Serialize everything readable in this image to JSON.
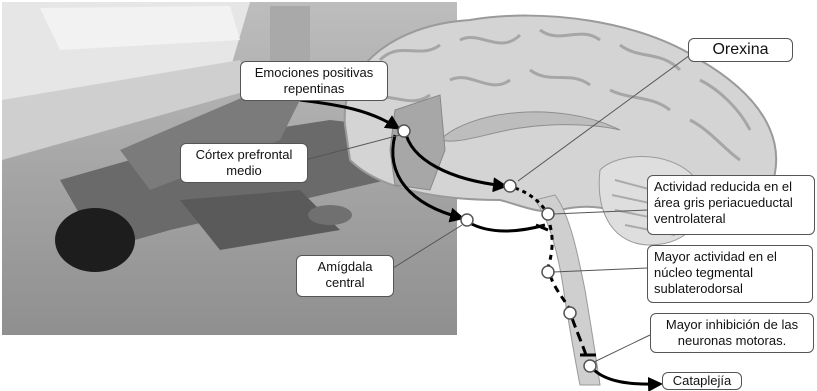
{
  "labels": {
    "orexina": "Orexina",
    "emociones": "Emociones positivas\nrepentinas",
    "cortex": "Córtex prefrontal\nmedio",
    "amigdala": "Amígdala\ncentral",
    "pag": "Actividad reducida en el\nárea gris periacueductal\nventrolateral",
    "sld": "Mayor actividad en el\nnúcleo tegmental\nsublaterodorsal",
    "motoras": "Mayor inhibición de las\nneuronas motoras.",
    "cataplejia": "Cataplejía"
  }
}
